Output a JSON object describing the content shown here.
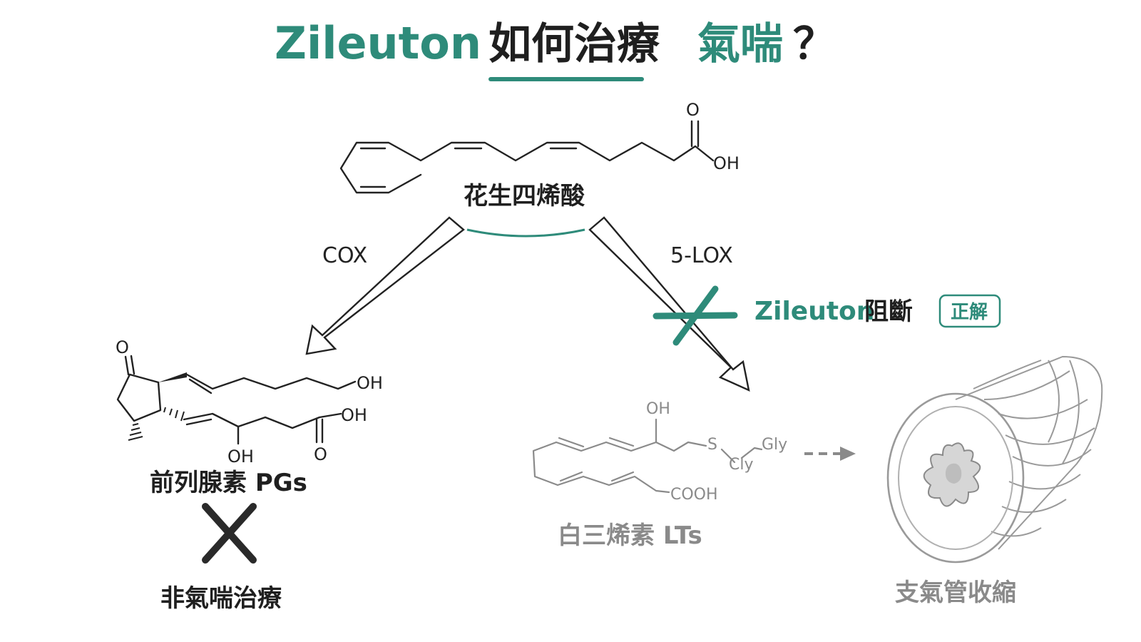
{
  "title": {
    "part1": "Zileuton",
    "part2": "如何治療",
    "part3": "氣喘",
    "part4": "？"
  },
  "colors": {
    "accent": "#2e8b7a",
    "dark": "#1f1f1f",
    "grey": "#8a8a8a"
  },
  "arachidonic": {
    "label": "花生四烯酸",
    "o": "O",
    "oh": "OH"
  },
  "pathways": {
    "cox": "COX",
    "lox": "5-LOX",
    "block_drug": "Zileuton",
    "block_text": "阻斷",
    "badge": "正解"
  },
  "prostaglandin": {
    "label": "前列腺素 PGs",
    "o": "O",
    "oh_top": "OH",
    "oh_acid": "OH",
    "oh_bottom": "OH",
    "o_bottom": "O",
    "result": "非氣喘治療"
  },
  "leukotriene": {
    "label": "白三烯素 LTs",
    "oh": "OH",
    "s": "S",
    "gly": "Gly",
    "cly": "Cly",
    "cooh": "COOH"
  },
  "bronchus": {
    "label": "支氣管收縮"
  }
}
